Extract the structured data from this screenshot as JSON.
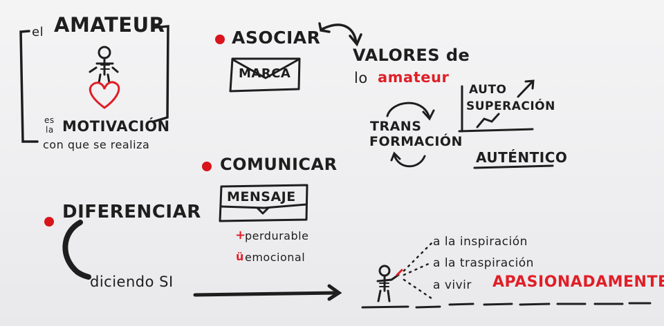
{
  "amateur": {
    "title_el": "el",
    "title_main": "AMATEUR",
    "line1_small": "es",
    "line1_small2": "la",
    "line1_main": "MOTIVACIÓN",
    "line2": "con que se realiza"
  },
  "asociar": {
    "label": "ASOCIAR",
    "envelope": "MARCA"
  },
  "values": {
    "line1": "VALORES de",
    "line2_prefix": "lo",
    "line2_highlight": "amateur"
  },
  "transformacion": {
    "line1": "TRANS",
    "line2": "FORMACIÓN"
  },
  "auto": {
    "line1": "AUTO",
    "line2": "SUPERACIÓN"
  },
  "autentico": {
    "label": "AUTÉNTICO"
  },
  "comunicar": {
    "label": "COMUNICAR",
    "envelope": "MENSAJE",
    "bullet1_mark": "+",
    "bullet1_text": "perdurable",
    "bullet2_mark": "ü",
    "bullet2_text": "emocional"
  },
  "diferenciar": {
    "label": "DIFERENCIAR",
    "saying": "diciendo SI"
  },
  "inspiration": {
    "line1": "a la inspiración",
    "line2": "a la traspiración",
    "line3_prefix": "a vivir",
    "line3_highlight": "APASIONADAMENTE"
  },
  "colors": {
    "ink": "#1e1e1e",
    "marker_red": "#e01f27",
    "bullet_red": "#d9141b"
  }
}
